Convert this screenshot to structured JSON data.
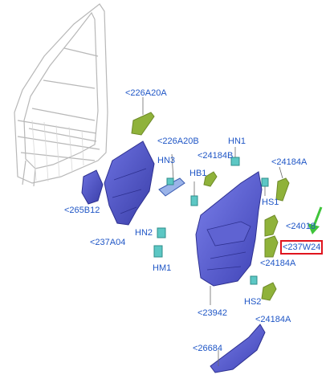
{
  "diagram": {
    "callouts": [
      {
        "id": "c226A20A",
        "text": "<226A20A"
      },
      {
        "id": "c226A20B",
        "text": "<226A20B"
      },
      {
        "id": "cHN1",
        "text": "HN1"
      },
      {
        "id": "cHN3",
        "text": "HN3"
      },
      {
        "id": "c24184B",
        "text": "<24184B"
      },
      {
        "id": "c24184A_top",
        "text": "<24184A"
      },
      {
        "id": "cHB1",
        "text": "HB1"
      },
      {
        "id": "c265B12",
        "text": "<265B12"
      },
      {
        "id": "cHS1",
        "text": "HS1"
      },
      {
        "id": "c24018",
        "text": "<24018"
      },
      {
        "id": "cHN2",
        "text": "HN2"
      },
      {
        "id": "c237A04",
        "text": "<237A04"
      },
      {
        "id": "c237W24",
        "text": "<237W24"
      },
      {
        "id": "c24184A_mid",
        "text": "<24184A"
      },
      {
        "id": "cHM1",
        "text": "HM1"
      },
      {
        "id": "cHS2",
        "text": "HS2"
      },
      {
        "id": "c23942",
        "text": "<23942"
      },
      {
        "id": "c24184A_bot",
        "text": "<24184A"
      },
      {
        "id": "c26684",
        "text": "<26684"
      }
    ],
    "highlighted_callout": "<237W24",
    "colors": {
      "label": "#1f56c6",
      "panel": "#5a5fd6",
      "bracket": "#8fb23a",
      "clip": "#5cc7c4",
      "frame": "#c9c9c9",
      "highlight": "#e0141e",
      "arrow": "#3fc43a"
    }
  }
}
